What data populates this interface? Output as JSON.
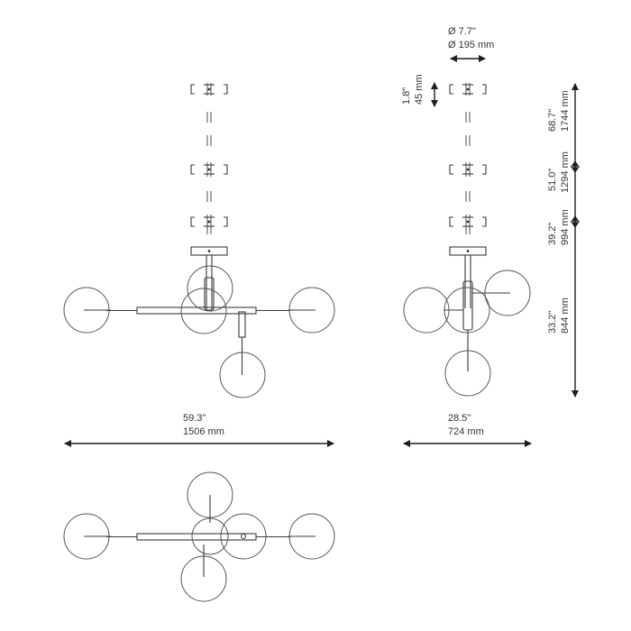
{
  "dimensions": {
    "front_width_in": "59.3\"",
    "front_width_mm": "1506 mm",
    "side_width_in": "28.5\"",
    "side_width_mm": "724 mm",
    "canopy_dia_in": "Ø 7.7\"",
    "canopy_dia_mm": "Ø 195 mm",
    "canopy_height_in": "1.8\"",
    "canopy_height_mm": "45 mm",
    "overall_height_in": "68.7\"",
    "overall_height_mm": "1744 mm",
    "height_2_in": "51.0\"",
    "height_2_mm": "1294 mm",
    "height_3_in": "39.2\"",
    "height_3_mm": "994 mm",
    "body_height_in": "33.2\"",
    "body_height_mm": "844 mm"
  }
}
